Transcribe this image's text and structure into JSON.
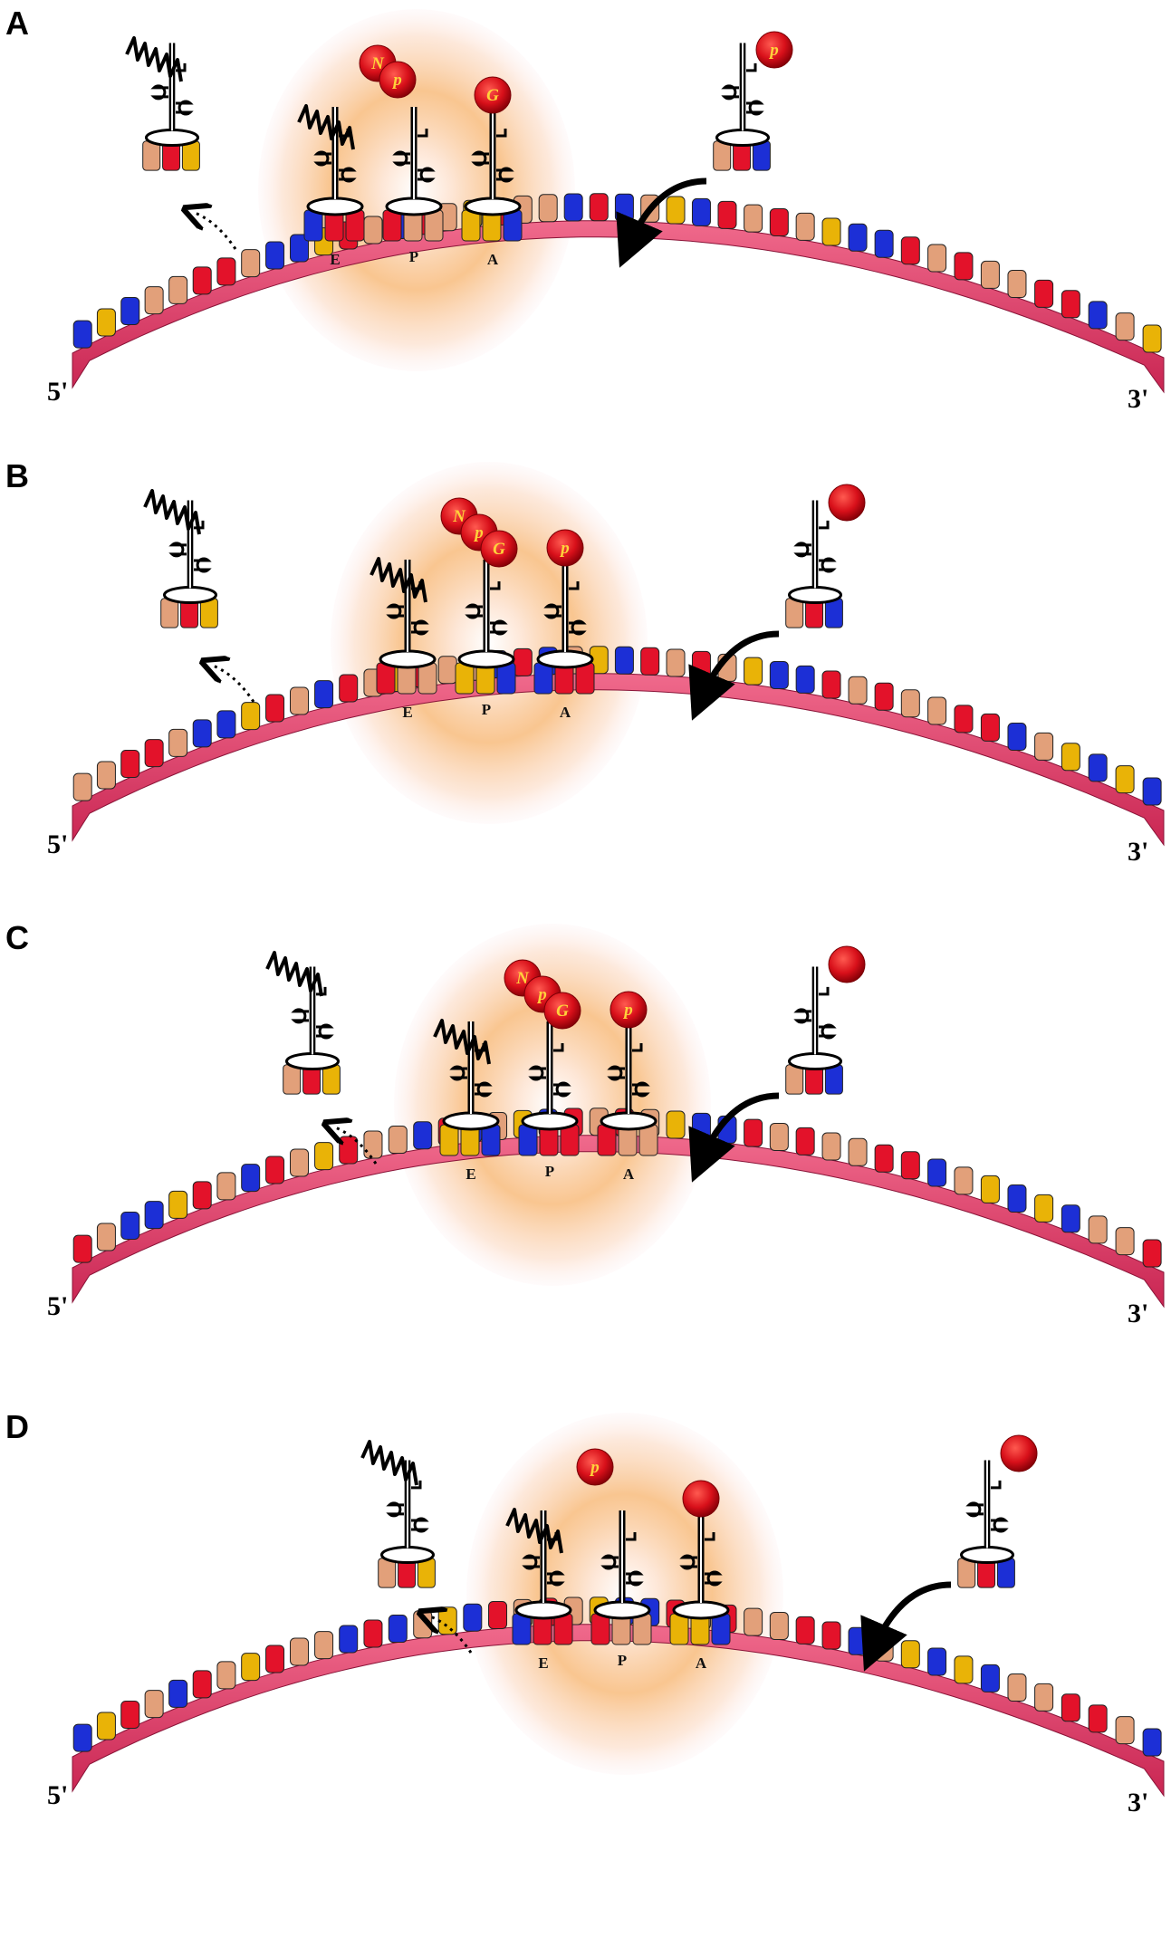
{
  "colors": {
    "mrna_strand": "#e0446a",
    "codon_blue": "#1c2fd6",
    "codon_red": "#e3122a",
    "codon_tan": "#e2a07a",
    "codon_gold": "#e9b307",
    "amino_acid": "#d8101a",
    "amino_acid_text": "#ffd23a",
    "ribosome_glow": "#f7a65a",
    "outline": "#000000"
  },
  "panels": [
    {
      "letter": "A",
      "five_prime": "5'",
      "three_prime": "3'",
      "sites": [
        "E",
        "P",
        "A"
      ],
      "chain_labels": [
        "N",
        "p"
      ],
      "a_site_label": "G",
      "incoming_label": "p"
    },
    {
      "letter": "B",
      "five_prime": "5'",
      "three_prime": "3'",
      "sites": [
        "E",
        "P",
        "A"
      ],
      "chain_labels": [
        "N",
        "p",
        "G"
      ],
      "a_site_label": "p",
      "incoming_label": ""
    },
    {
      "letter": "C",
      "five_prime": "5'",
      "three_prime": "3'",
      "sites": [
        "E",
        "P",
        "A"
      ],
      "chain_labels": [
        "N",
        "p",
        "G"
      ],
      "a_site_label": "p",
      "incoming_label": ""
    },
    {
      "letter": "D",
      "five_prime": "5'",
      "three_prime": "3'",
      "sites": [
        "E",
        "P",
        "A"
      ],
      "chain_labels": [
        "p"
      ],
      "a_site_label": "",
      "incoming_label": ""
    }
  ]
}
